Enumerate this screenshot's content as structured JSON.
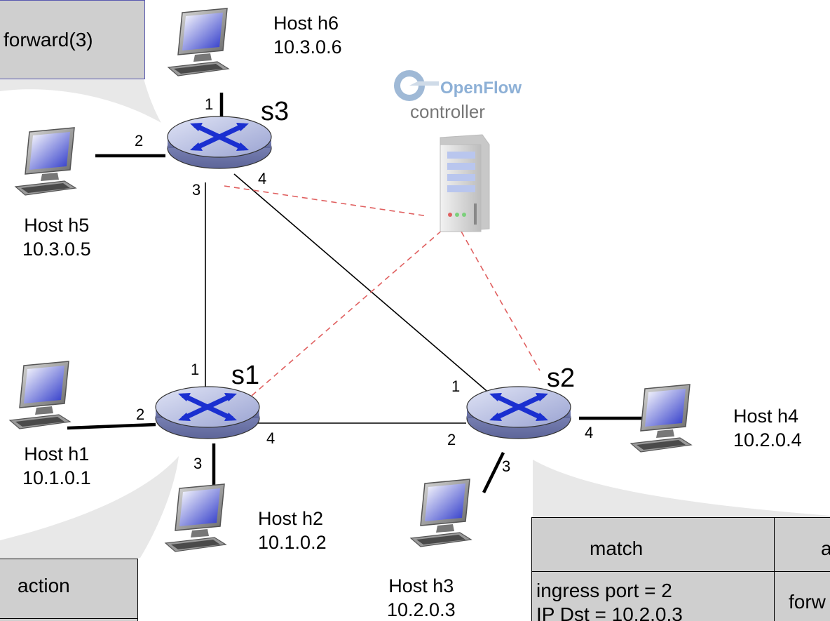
{
  "controller": {
    "brand": "OpenFlow",
    "label": "controller"
  },
  "switches": {
    "s1": "s1",
    "s2": "s2",
    "s3": "s3"
  },
  "hosts": {
    "h1": {
      "name": "Host h1",
      "ip": "10.1.0.1"
    },
    "h2": {
      "name": "Host h2",
      "ip": "10.1.0.2"
    },
    "h3": {
      "name": "Host h3",
      "ip": "10.2.0.3"
    },
    "h4": {
      "name": "Host h4",
      "ip": "10.2.0.4"
    },
    "h5": {
      "name": "Host h5",
      "ip": "10.3.0.5"
    },
    "h6": {
      "name": "Host h6",
      "ip": "10.3.0.6"
    }
  },
  "ports": {
    "s3_p1": "1",
    "s3_p2": "2",
    "s3_p3": "3",
    "s3_p4": "4",
    "s1_p1": "1",
    "s1_p2": "2",
    "s1_p3": "3",
    "s1_p4": "4",
    "s2_p1": "1",
    "s2_p2": "2",
    "s2_p3": "3",
    "s2_p4": "4"
  },
  "s3_flow_box": {
    "action": "forward(3)"
  },
  "s1_flow_table": {
    "header_action": "action"
  },
  "s2_flow_table": {
    "header_match": "match",
    "header_action": "a",
    "row1_match_line1": "ingress port = 2",
    "row1_match_line2": "IP Dst = 10.2.0.3",
    "row1_action": "forw"
  },
  "colors": {
    "link": "#000000",
    "control_link": "#e06060",
    "switch_body": "#b9bfe0",
    "switch_arrow": "#1a2fd0",
    "box_fill": "#cfcfcf",
    "box_border": "#5a5ab0",
    "callout": "#e8e8e8"
  }
}
